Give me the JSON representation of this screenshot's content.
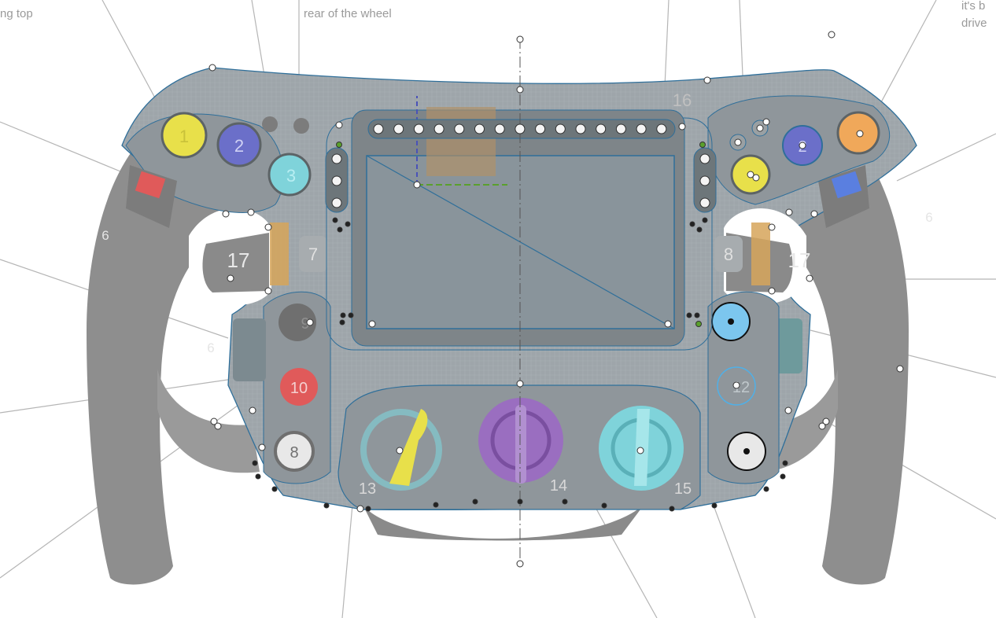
{
  "captions": {
    "top_left": "ng top",
    "top_center": "rear of the wheel",
    "top_right_1": "it's b",
    "top_right_2": "drive"
  },
  "buttons": {
    "b1": "1",
    "b2": "2",
    "b3": "3",
    "b7": "7",
    "b8": "8",
    "b9": "9",
    "b10": "10",
    "b12": "12",
    "b13": "13",
    "b14": "14",
    "b15": "15",
    "b16": "16",
    "b17_left": "17",
    "b17_right": "17",
    "b6_left_top": "6",
    "b6_left_mid": "6",
    "b6_right": "6"
  },
  "colors": {
    "yellow": "#e8e04a",
    "blue": "#6b6fc9",
    "cyan": "#7fd3da",
    "orange": "#f0a85a",
    "red": "#e05a5a",
    "purple": "#9a6ec0",
    "light_blue": "#7cc6ee",
    "sketch_line": "#2f6f9a",
    "sketch_green": "#5aa02c"
  }
}
